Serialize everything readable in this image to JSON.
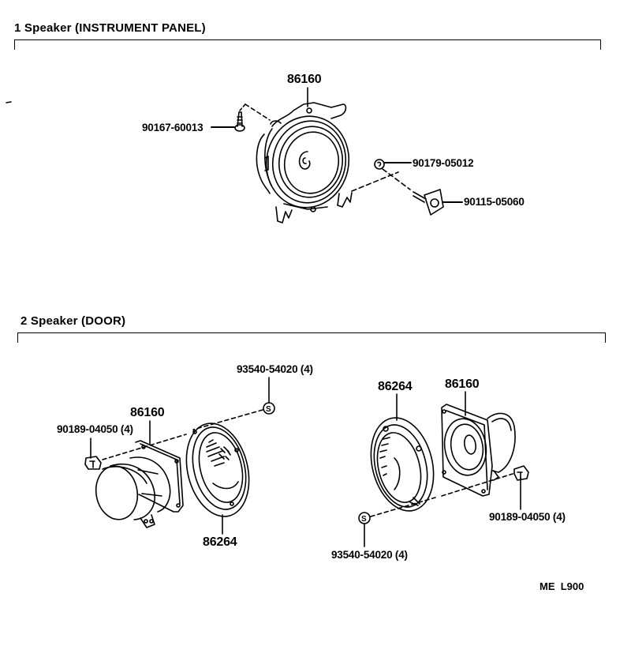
{
  "sections": [
    {
      "title": "1 Speaker (INSTRUMENT PANEL)",
      "parts": [
        {
          "number": "86160",
          "name": "speaker-assembly"
        },
        {
          "number": "90167-60013",
          "name": "screw"
        },
        {
          "number": "90179-05012",
          "name": "nut"
        },
        {
          "number": "90115-05060",
          "name": "screw-with-bracket"
        }
      ]
    },
    {
      "title": "2 Speaker (DOOR)",
      "left_assembly": {
        "parts": [
          {
            "number": "93540-54020 (4)",
            "name": "screw-s"
          },
          {
            "number": "86160",
            "name": "speaker-assembly"
          },
          {
            "number": "90189-04050 (4)",
            "name": "nut-clip"
          },
          {
            "number": "86264",
            "name": "speaker-grille"
          }
        ]
      },
      "right_assembly": {
        "parts": [
          {
            "number": "86264",
            "name": "speaker-grille"
          },
          {
            "number": "86160",
            "name": "speaker-assembly"
          },
          {
            "number": "90189-04050 (4)",
            "name": "nut-clip"
          },
          {
            "number": "93540-54020 (4)",
            "name": "screw-s"
          }
        ]
      }
    }
  ],
  "symbols": {
    "screw_marker": "S"
  },
  "footer": {
    "code": "ME  L900"
  }
}
